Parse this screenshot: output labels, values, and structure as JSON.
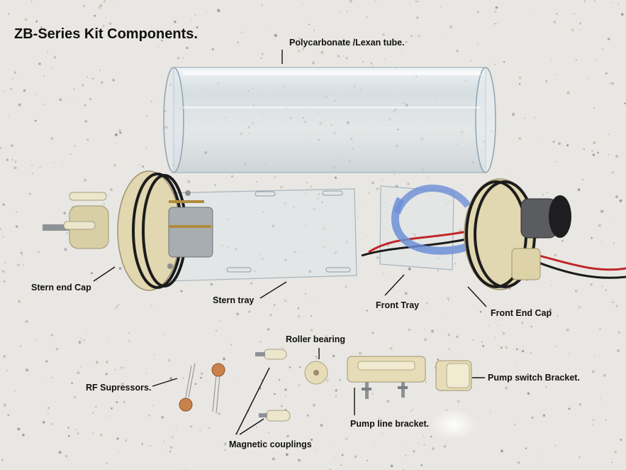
{
  "labels": {
    "title": "ZB-Series Kit Components.",
    "tube": "Polycarbonate /Lexan tube.",
    "stern_end_cap": "Stern end Cap",
    "stern_tray": "Stern tray",
    "front_tray": "Front Tray",
    "front_end_cap": "Front End Cap",
    "roller_bearing": "Roller bearing",
    "rf_supressors": "RF Supressors.",
    "pump_switch_bracket": "Pump switch Bracket.",
    "pump_line_bracket": "Pump line bracket.",
    "magnetic_couplings": "Magnetic couplings"
  },
  "colors": {
    "countertop": "#e9e7e3",
    "speckle": "#8a8f96",
    "tube": "#cfe0ea",
    "cream_part": "#e6ddb8",
    "o_ring": "#1a1a1a",
    "blue_tube": "#6d8fd6",
    "red_wire": "#c0262a",
    "rf_capacitor": "#c8824a",
    "label_text": "#111111"
  }
}
